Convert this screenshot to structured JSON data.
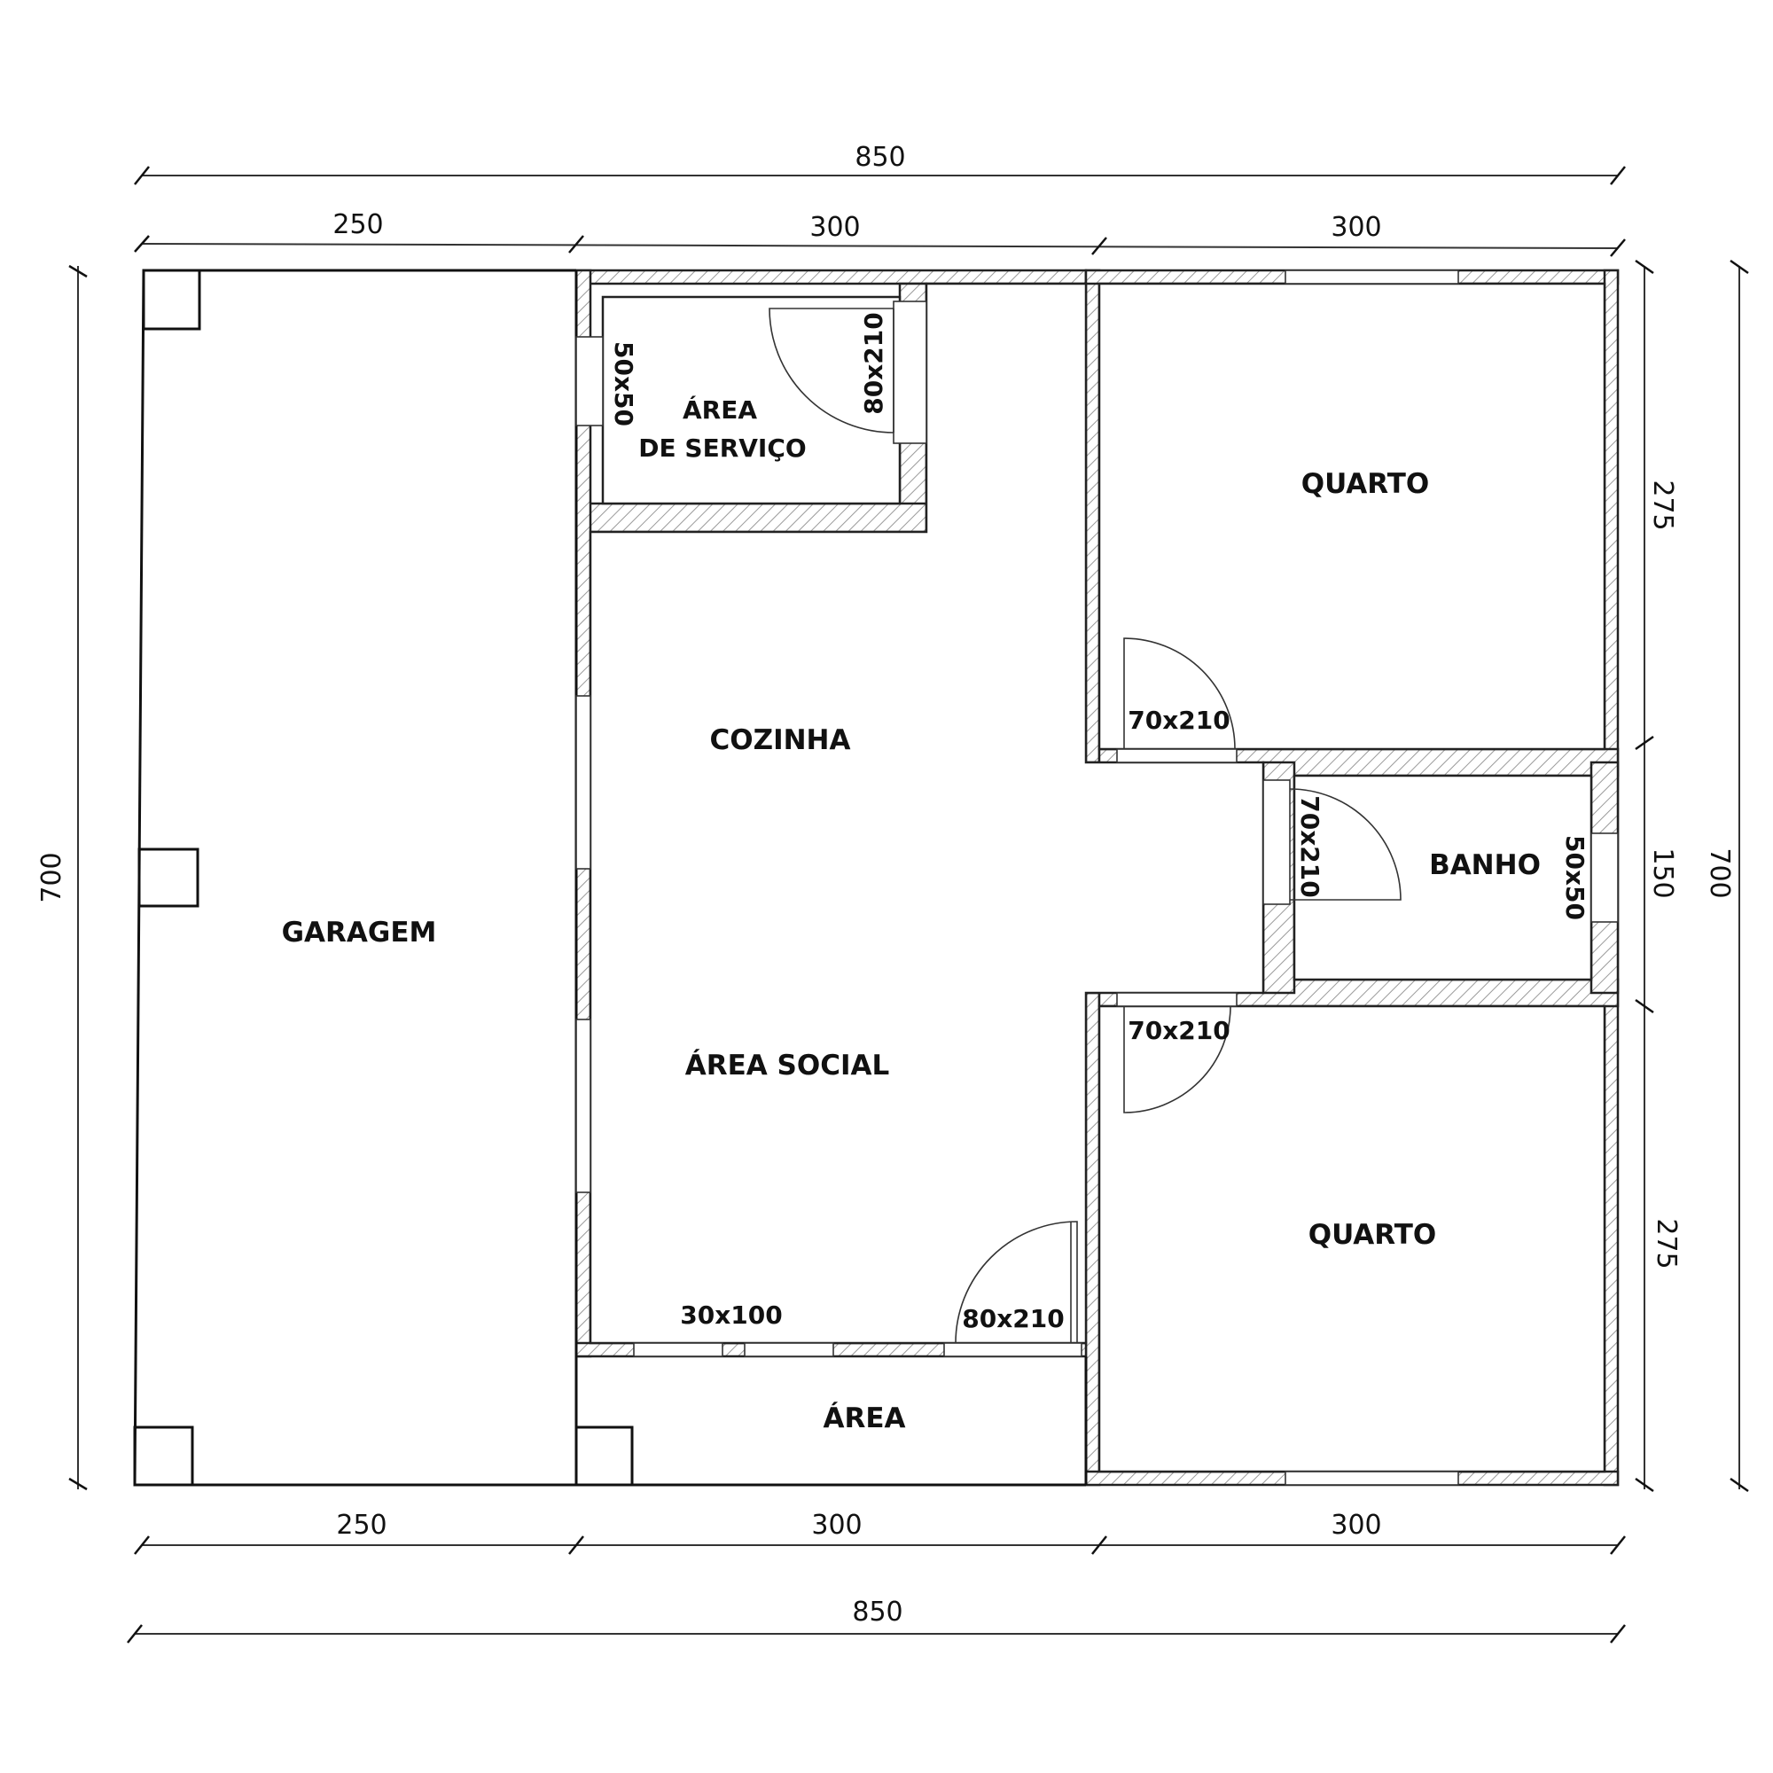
{
  "dimensions": {
    "top_total": "850",
    "top_garagem": "250",
    "top_centro": "300",
    "top_direita": "300",
    "bottom_garagem": "250",
    "bottom_centro": "300",
    "bottom_direita": "300",
    "bottom_total": "850",
    "left_total": "700",
    "right_quarto_superior": "275",
    "right_banho": "150",
    "right_quarto_inferior": "275",
    "right_total": "700"
  },
  "rooms": {
    "garagem": "GARAGEM",
    "area_servico_1": "ÁREA",
    "area_servico_2": "DE SERVIÇO",
    "cozinha": "COZINHA",
    "area_social": "ÁREA SOCIAL",
    "area": "ÁREA",
    "quarto_superior": "QUARTO",
    "banho": "BANHO",
    "quarto_inferior": "QUARTO"
  },
  "openings": {
    "janela_servico": "50x50",
    "porta_servico": "80x210",
    "porta_quarto_superior": "70x210",
    "porta_banho": "70x210",
    "janela_banho": "50x50",
    "porta_quarto_inferior": "70x210",
    "janela_sala": "30x100",
    "porta_entrada": "80x210"
  }
}
